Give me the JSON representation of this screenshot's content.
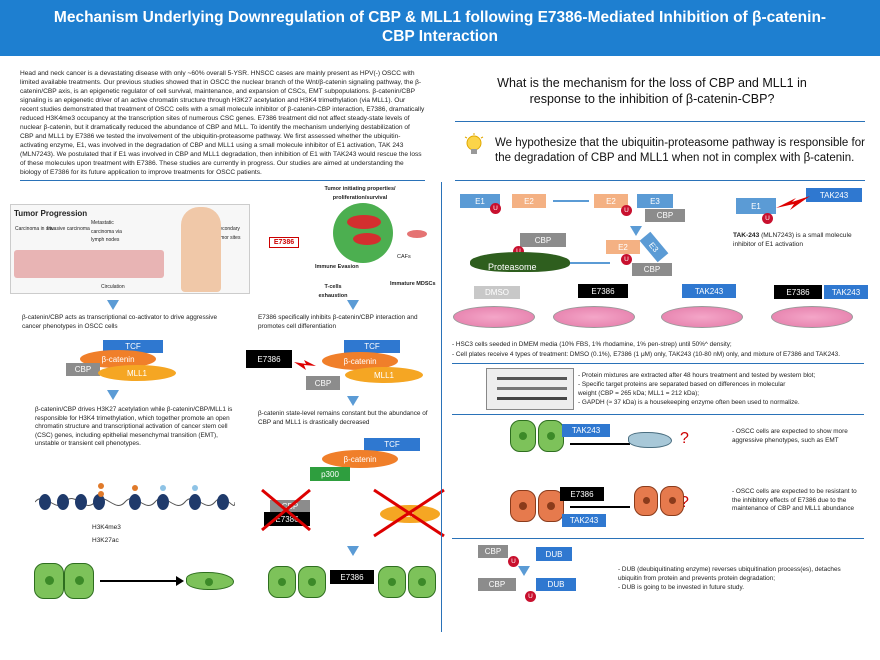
{
  "header": {
    "title_line1": "Mechanism Underlying Downregulation of CBP & MLL1 following E7386-Mediated Inhibition of β-catenin-",
    "title_line2": "CBP Interaction"
  },
  "abstract": "Head and neck cancer is a devastating disease with only ~60% overall 5-YSR. HNSCC cases are mainly present as HPV(-) OSCC with limited available treatments. Our previous studies showed that in OSCC the nuclear branch of the Wnt/β-catenin signaling pathway, the β-catenin/CBP axis, is an epigenetic regulator of cell survival, maintenance, and expansion of CSCs, EMT subpopulations. β-catenin/CBP signaling is an epigenetic driver of an active chromatin structure through H3K27 acetylation and H3K4 trimethylation (via MLL1). Our recent studies demonstrated that treatment of OSCC cells with a small molecule inhibitor of β-catenin-CBP interaction, E7386, dramatically reduced H3K4me3 occupancy at the transcription sites of numerous CSC genes. E7386 treatment did not affect steady-state levels of nuclear β-catenin, but it dramatically reduced the abundance of CBP and MLL. To identify the mechanism underlying destabilization of CBP and MLL1 by E7386 we tested the involvement of the ubiquitin-proteasome pathway. We first assessed whether the ubiquitin-activating enzyme, E1, was involved in the degradation of CBP and MLL1 using a small molecule inhibitor of E1 activation, TAK 243 (MLN7243). We postulated that if E1 was involved in CBP and MLL1 degradation, then inhibition of E1 with TAK243 would rescue the loss of these molecules upon treatment with E7386. These studies are currently in progress. Our studies are aimed at understanding the biology of E7386 for its future application to improve treatments for OSCC patients.",
  "question": "What is the mechanism for the loss of CBP and MLL1 in response to the inhibition of β-catenin-CBP?",
  "hypothesis": "We hypothesize that the ubiquitin-proteasome pathway is responsible for the degradation of CBP and MLL1 when not in complex with β-catenin.",
  "left_fig": {
    "tumor_progression": "Tumor Progression",
    "labels": [
      "Carcinoma in situ",
      "Invasive carcinoma",
      "Metastatic carcinoma via lymph nodes",
      "Secondary tumor sites",
      "Circulation"
    ],
    "tumor_props": "Tumor initiating properties/ proliferation/survival",
    "e7386": "E7386",
    "immune": "Immune Evasion",
    "tcell": "T-cells exhaustion",
    "mdsc": "Immature MDSCs",
    "caf": "CAFs"
  },
  "col1": {
    "caption1": "β-catenin/CBP acts as transcriptional co-activator to drive aggressive cancer phenotypes in OSCC cells",
    "tcf": "TCF",
    "bcat": "β-catenin",
    "cbp": "CBP",
    "mll1": "MLL1",
    "caption2": "β-catenin/CBP drives H3K27 acetylation while β-catenin/CBP/MLL1 is responsible for H3K4 trimethylation, which together promote an open chromatin structure and transcriptional activation of cancer stem cell (CSC) genes, including epithelial mesenchymal transition (EMT), unstable or transient cell phenotypes.",
    "h3k4": "H3K4me3",
    "h3k27": "H3K27ac"
  },
  "col2": {
    "caption1": "E7386 specifically inhibits β-catenin/CBP interaction and promotes cell differentiation",
    "e7386": "E7386",
    "tcf": "TCF",
    "bcat": "β-catenin",
    "cbp": "CBP",
    "mll1": "MLL1",
    "caption2": "β-catenin state-level remains constant but the abundance of CBP and MLL1 is drastically decreased",
    "tcf2": "TCF",
    "bcat2": "β-catenin",
    "p300": "p300",
    "cbp2": "CBP",
    "e7386b": "E7386",
    "e1": "E1",
    "e7386c": "E7386"
  },
  "pathway": {
    "e1": "E1",
    "e2": "E2",
    "e3": "E3",
    "cbp": "CBP",
    "u": "U",
    "proteasome": "Proteasome",
    "tak243": "TAK243",
    "tak_desc_bold": "TAK-243",
    "tak_desc": " (MLN7243) is a small molecule inhibitor of E1 activation"
  },
  "treatments": {
    "dmso": "DMSO",
    "e7386": "E7386",
    "tak243": "TAK243",
    "combo_e": "E7386",
    "combo_t": "TAK243",
    "bullet1": "- HSC3 cells seeded in DMEM media (10% FBS, 1% rhodamine, 1% pen-strep) until 50%^ density;",
    "bullet2": "- Cell plates receive 4 types of treatment: DMSO (0.1%), E7386 (1 μM) only, TAK243 (10-80 nM) only, and mixture of E7386 and TAK243."
  },
  "western": {
    "b1": "- Protein mixtures are extracted after 48 hours treatment and tested by western blot;",
    "b2": "- Specific target proteins are separated based on differences in molecular weight (CBP = 265 kDa; MLL1 = 212 kDa);",
    "b3": "- GAPDH (≈ 37 kDa) is a housekeeping enzyme often been used to normalize."
  },
  "expect": {
    "tak243": "TAK243",
    "q": "?",
    "text1": "- OSCC cells are expected to show more aggressive phenotypes, such as EMT",
    "e7386": "E7386",
    "tak243b": "TAK243",
    "text2": "- OSCC cells are expected to be resistant to the inhibitory effects of E7386 due to the maintenance of CBP and MLL1 abundance"
  },
  "dub": {
    "cbp": "CBP",
    "dub": "DUB",
    "u": "U",
    "text1": "- DUB (deubiquitinating enzyme) reverses ubiquitination process(es), detaches ubiquitin from protein and prevents protein degradation;",
    "text2": "- DUB is going to be invested in future study."
  },
  "colors": {
    "header": "#1e7fd0",
    "tcf": "#2f78d0",
    "bcat": "#f07f2a",
    "cbp": "#8c8c8c",
    "ub": "#c8102e",
    "cell_green": "#7dc25a"
  }
}
